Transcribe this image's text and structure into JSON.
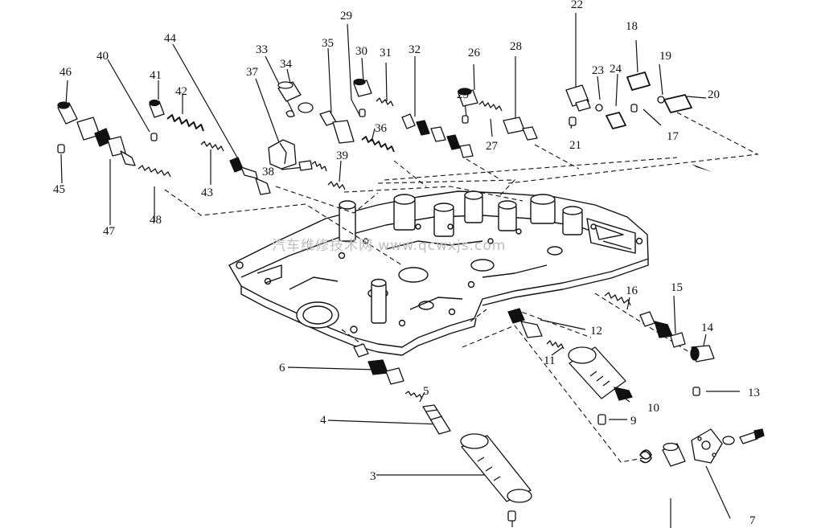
{
  "watermark": "汽车维修技术网 www.qcwxjs.com",
  "callouts": [
    "3",
    "4",
    "5",
    "6",
    "7",
    "9",
    "10",
    "11",
    "12",
    "13",
    "14",
    "15",
    "16",
    "17",
    "18",
    "19",
    "20",
    "21",
    "22",
    "23",
    "24",
    "25",
    "26",
    "27",
    "28",
    "29",
    "30",
    "31",
    "32",
    "33",
    "34",
    "35",
    "36",
    "37",
    "38",
    "39",
    "40",
    "41",
    "42",
    "43",
    "44",
    "45",
    "46",
    "47",
    "48"
  ],
  "colors": {
    "ink": "#111111",
    "watermark": "#bdbdbd",
    "background": "#ffffff"
  }
}
